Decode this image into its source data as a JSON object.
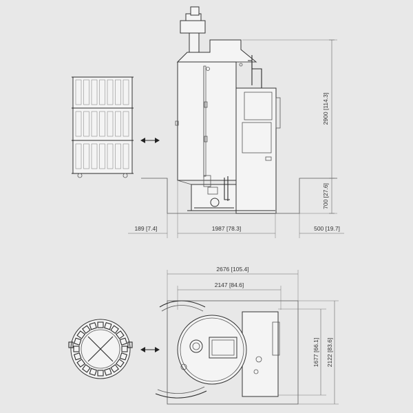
{
  "dimensions": {
    "height_total": "2900 [114.3]",
    "height_pit": "700 [27.6]",
    "left_gap": "189 [7.4]",
    "machine_width": "1987 [78.3]",
    "right_gap": "500 [19.7]",
    "plan_outer_width": "2676 [105.4]",
    "plan_inner_width": "2147 [84.6]",
    "plan_inner_depth": "1677 [66.1]",
    "plan_outer_depth": "2122 [83.6]"
  },
  "colors": {
    "background": "#e8e8e8",
    "line": "#333333",
    "fill": "#f4f4f4"
  },
  "icons": {
    "transfer_arrow": "double-arrow-icon"
  }
}
